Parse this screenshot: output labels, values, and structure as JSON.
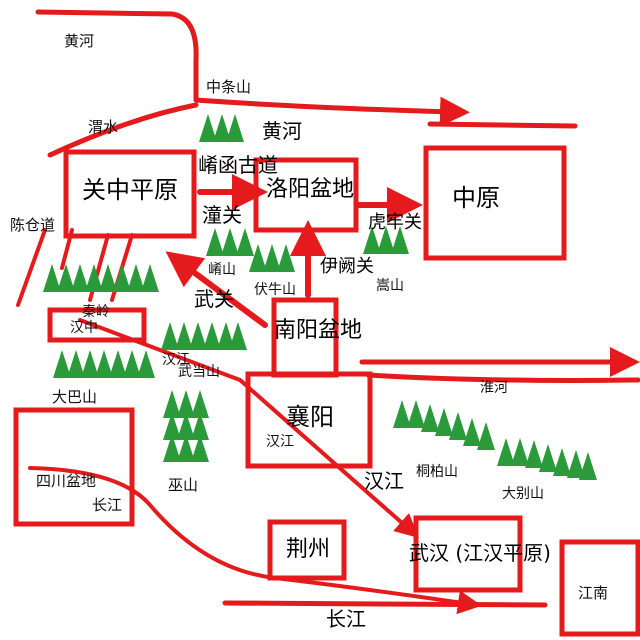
{
  "regions": {
    "guanzhong": "关中平原",
    "luoyang": "洛阳盆地",
    "zhongyuan": "中原",
    "hanzhong": "汉中",
    "nanyang": "南阳盆地",
    "xiangyang": "襄阳",
    "sichuan": "四川盆地",
    "jingzhou": "荆州",
    "wuhan": "武汉 (江汉平原)",
    "jiangnan": "江南"
  },
  "rivers": {
    "huanghe_top": "黄河",
    "huanghe_mid": "黄河",
    "weishui": "渭水",
    "hanjiang_qinling": "汉江",
    "hanjiang_xiangyang": "汉江",
    "hanjiang_lower": "汉江",
    "huaihe": "淮河",
    "changjiang_sichuan": "长江",
    "changjiang_bottom": "长江"
  },
  "mountains": {
    "zhongtiao": "中条山",
    "xiaoshan": "崤山",
    "funiu": "伏牛山",
    "songshan": "嵩山",
    "qinling": "秦岭",
    "dabashan": "大巴山",
    "wudangshan": "武当山",
    "wushan": "巫山",
    "tongbai": "桐柏山",
    "dabieshan": "大别山"
  },
  "passes": {
    "xiaohan": "崤函古道",
    "tongguan": "潼关",
    "hulao": "虎牢关",
    "yique": "伊阙关",
    "wuguan": "武关",
    "chencang": "陈仓道"
  },
  "colors": {
    "route": "#e41a1c",
    "mountain": "#2a9a3a",
    "box": "#e41a1c"
  }
}
